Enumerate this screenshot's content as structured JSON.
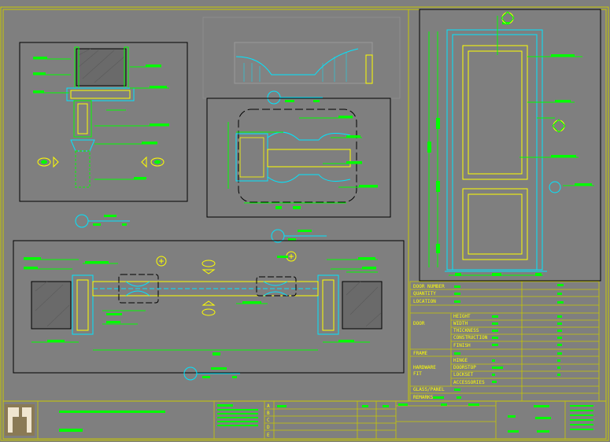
{
  "colors": {
    "background": "#7f7f7f",
    "frame": "#c8c800",
    "black": "#000000",
    "cyan": "#00e6ff",
    "green": "#00ff00",
    "yellow": "#ffff00",
    "white": "#ffffff"
  },
  "schedule": {
    "door_number": "DOOR NUMBER",
    "quantity": "QUANTITY",
    "location": "LOCATION",
    "door": "DOOR",
    "height": "HEIGHT",
    "width": "WIDTH",
    "thickness": "THICKNESS",
    "construction": "CONSTRUCTION",
    "finish": "FINISH",
    "frame": "FRAME",
    "hardware": "HARDWARE",
    "fit": "FIT",
    "hinge": "HINGE",
    "doorstop": "DOORSTOP",
    "lockset": "LOCKSET",
    "accessories": "ACCESSORIES",
    "glass_panel": "GLASS/PANEL",
    "remarks": "REMARKS"
  },
  "title_block": {
    "revision_letters": [
      "A",
      "B",
      "C",
      "D",
      "E"
    ]
  },
  "icons": {
    "logo": "company-logo-icon",
    "section_marker": "section-marker-icon",
    "door_swing_marker": "door-swing-marker-icon"
  }
}
